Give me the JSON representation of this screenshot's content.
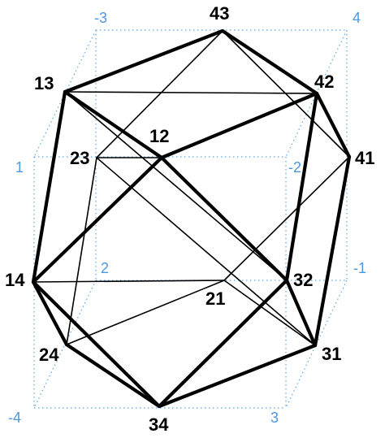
{
  "colors": {
    "cube_edges": "#5aa8ea",
    "corner_labels": "#4a98e0",
    "polyhedron_edges": "#000000",
    "background": "#ffffff"
  },
  "corner_labels": {
    "c_back_top_left": "-3",
    "c_back_top_right": "4",
    "c_front_top_left": "1",
    "c_front_top_right": "-2",
    "c_back_bottom_left": "2",
    "c_back_bottom_right": "-1",
    "c_front_bottom_left": "-4",
    "c_front_bottom_right": "3"
  },
  "vertex_labels": {
    "v43": "43",
    "v13": "13",
    "v42": "42",
    "v12": "12",
    "v23": "23",
    "v41": "41",
    "v14": "14",
    "v21": "21",
    "v32": "32",
    "v24": "24",
    "v31": "31",
    "v34": "34"
  },
  "edges": {
    "thin": [
      [
        "v13",
        "v42"
      ],
      [
        "v13",
        "v32"
      ],
      [
        "v43",
        "v23"
      ],
      [
        "v43",
        "v41"
      ],
      [
        "v23",
        "v12"
      ],
      [
        "v23",
        "v24"
      ],
      [
        "v23",
        "v31"
      ],
      [
        "v41",
        "v21"
      ],
      [
        "v14",
        "v21"
      ],
      [
        "v24",
        "v21"
      ],
      [
        "v21",
        "v31"
      ]
    ],
    "thick": [
      [
        "v13",
        "v43"
      ],
      [
        "v43",
        "v42"
      ],
      [
        "v42",
        "v41"
      ],
      [
        "v41",
        "v31"
      ],
      [
        "v31",
        "v34"
      ],
      [
        "v34",
        "v14"
      ],
      [
        "v14",
        "v13"
      ],
      [
        "v13",
        "v12"
      ],
      [
        "v12",
        "v42"
      ],
      [
        "v12",
        "v14"
      ],
      [
        "v12",
        "v32"
      ],
      [
        "v42",
        "v32"
      ],
      [
        "v32",
        "v31"
      ],
      [
        "v32",
        "v34"
      ],
      [
        "v14",
        "v24"
      ],
      [
        "v24",
        "v34"
      ]
    ]
  }
}
